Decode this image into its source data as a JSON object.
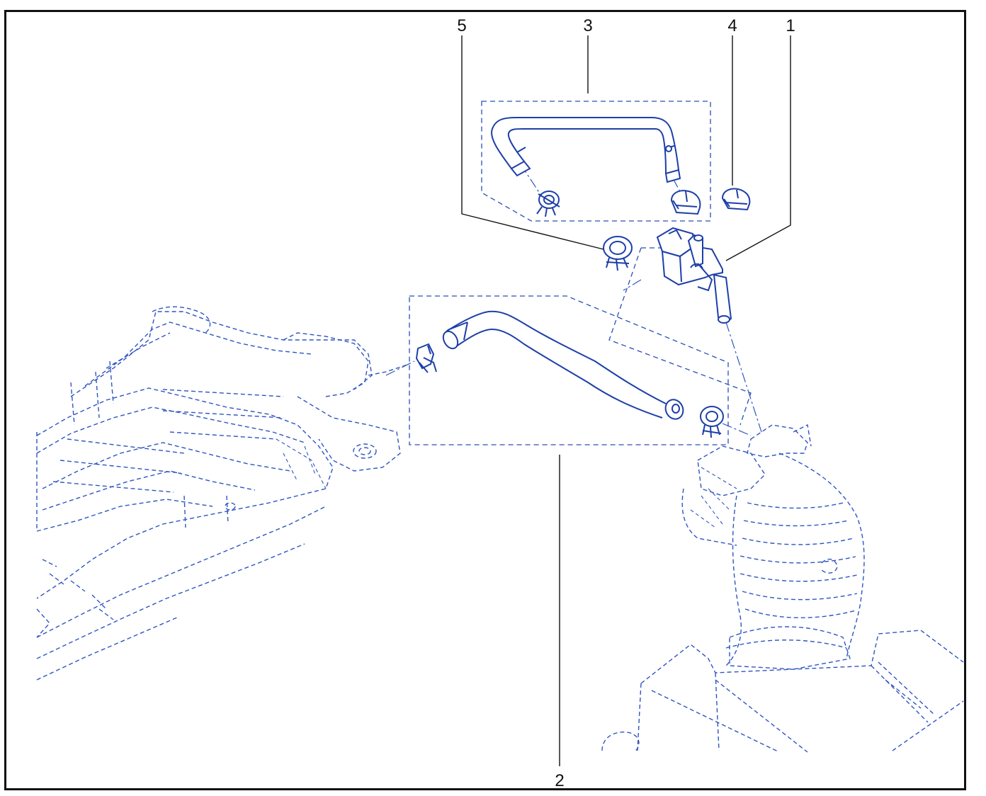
{
  "diagram": {
    "callouts": [
      {
        "id": "callout-1",
        "label": "1"
      },
      {
        "id": "callout-2",
        "label": "2"
      },
      {
        "id": "callout-3",
        "label": "3"
      },
      {
        "id": "callout-4",
        "label": "4"
      },
      {
        "id": "callout-5",
        "label": "5"
      }
    ],
    "colors": {
      "line_art": "#1d3fa8",
      "ghost_art": "#2f55c0",
      "frame": "#111111",
      "background": "#ffffff"
    }
  }
}
